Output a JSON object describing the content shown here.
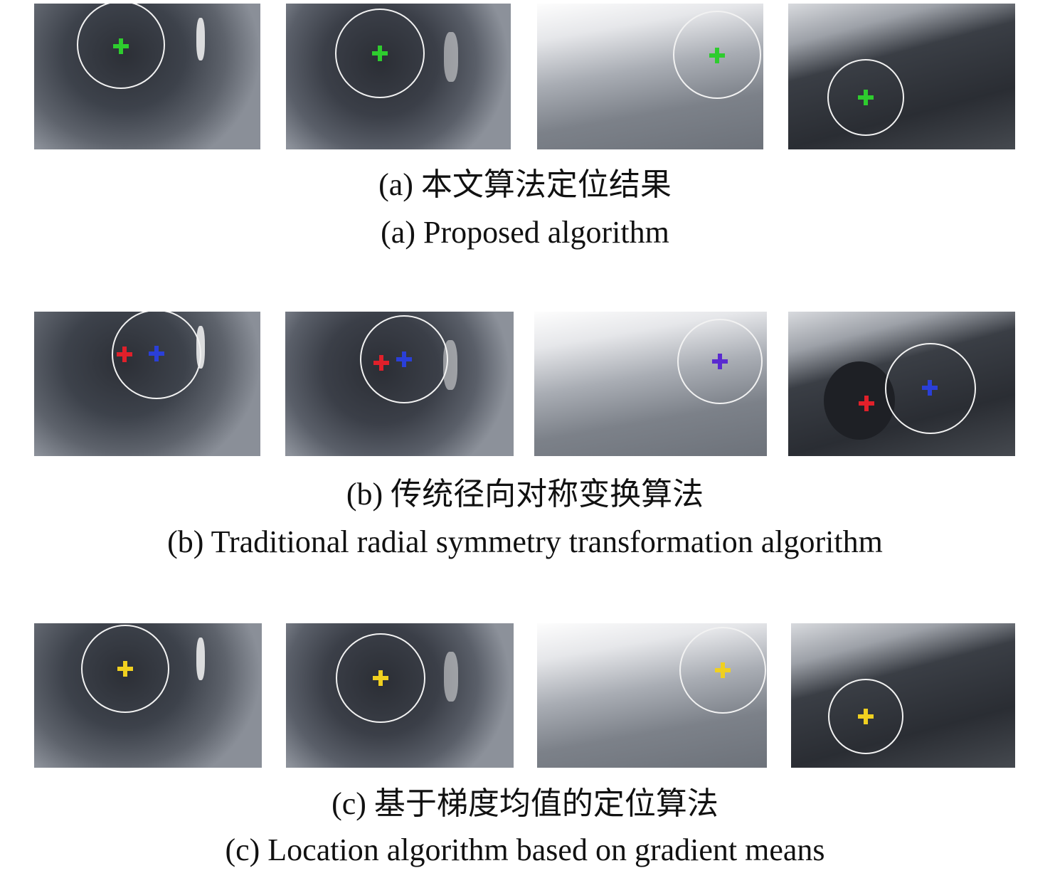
{
  "rows": [
    {
      "caption_cn": "(a) 本文算法定位结果",
      "caption_en": "(a) Proposed algorithm",
      "markers": [
        "proposed"
      ]
    },
    {
      "caption_cn": "(b) 传统径向对称变换算法",
      "caption_en": "(b) Traditional radial symmetry transformation algorithm",
      "markers": [
        "traditional-a",
        "traditional-b"
      ]
    },
    {
      "caption_cn": "(c) 基于梯度均值的定位算法",
      "caption_en": "(c) Location algorithm based on gradient means",
      "markers": [
        "gradient-means"
      ]
    }
  ],
  "colors": {
    "proposed": "#2ecc2e",
    "red": "#e0202a",
    "blue": "#2a3fd8",
    "overlap": "#7a2ad0",
    "gradient": "#f0d020",
    "circle": "#f2f2f2"
  }
}
